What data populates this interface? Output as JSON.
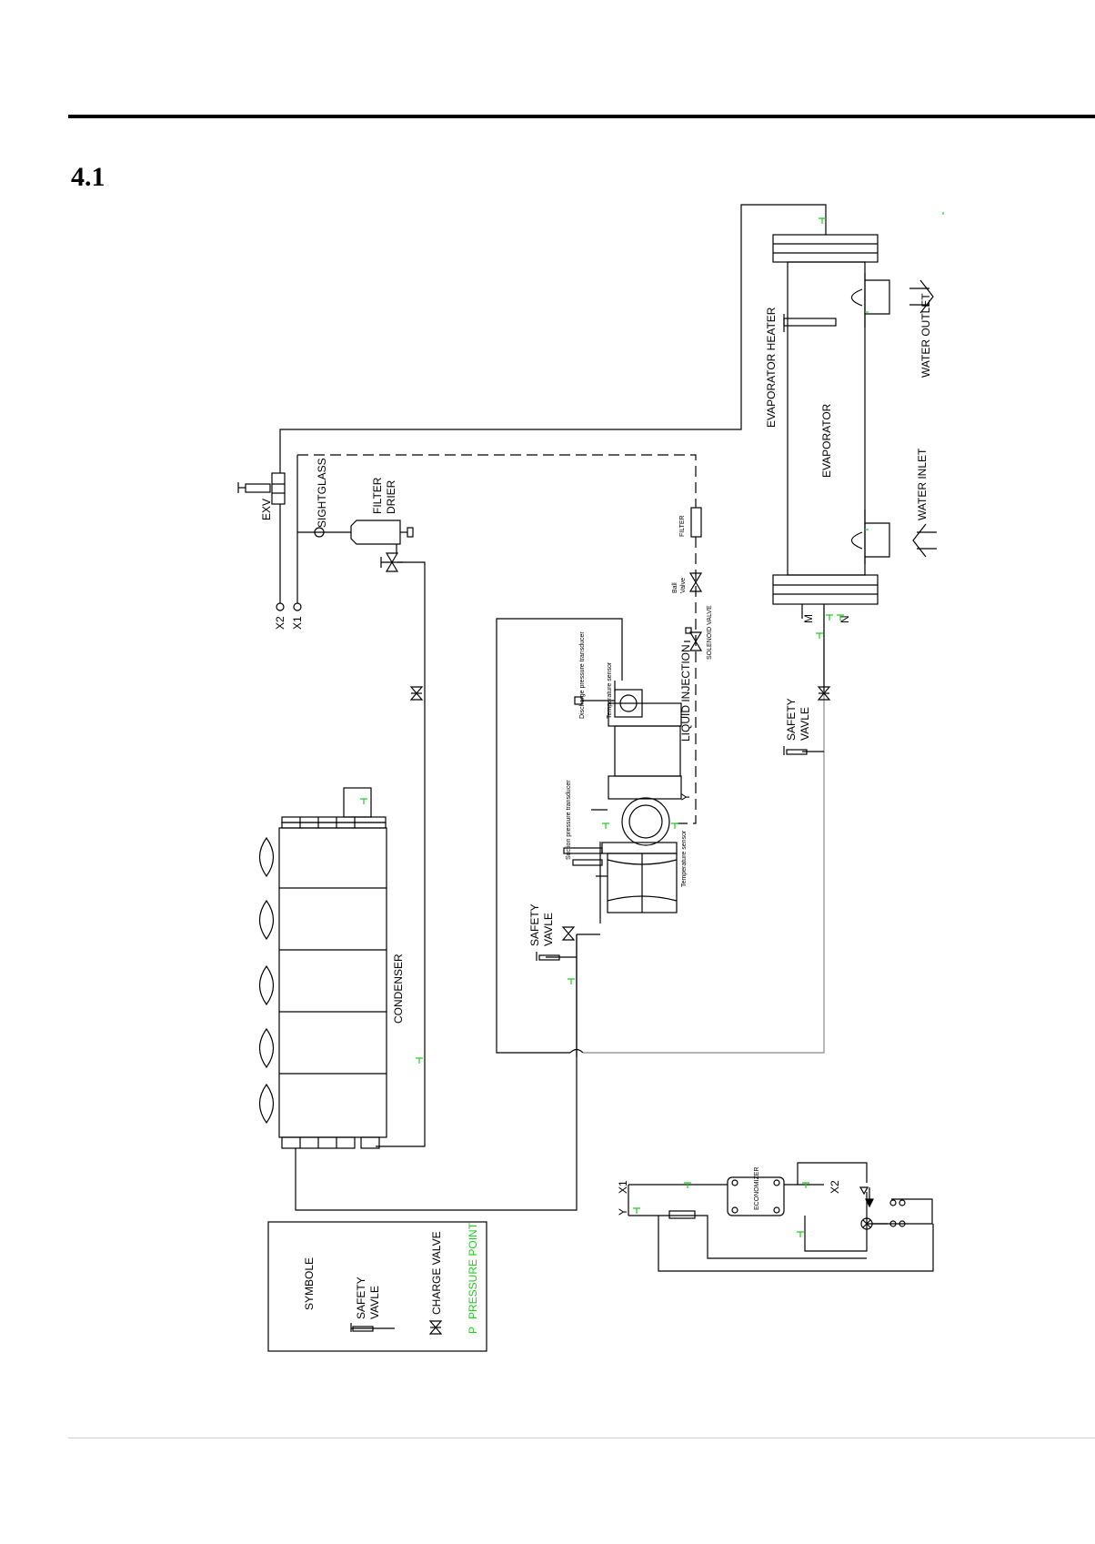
{
  "section_number": "4.1",
  "colors": {
    "line": "#000000",
    "pressure_point": "#22cc22",
    "pipe_gray": "#888888"
  },
  "labels": {
    "evaporator": "EVAPORATOR",
    "evaporator_heater": "EVAPORATOR HEATER",
    "water_outlet": "WATER OUTLET",
    "water_inlet": "WATER INLET",
    "exv": "EXV",
    "sightglass": "SIGHTGLASS",
    "filter_drier_1": "FILTER",
    "filter_drier_2": "DRIER",
    "x2": "X2",
    "x1": "X1",
    "filter": "FILTER",
    "ball_valve_1": "Ball",
    "ball_valve_2": "Valve",
    "solenoid_valve": "SOLENOID VALVE",
    "liquid_injection": "LIQUID INJECTION",
    "safety_valve_1": "SAFETY",
    "safety_valve_2": "VAVLE",
    "y": "Y",
    "m": "M",
    "n": "N",
    "condenser": "CONDENSER",
    "compressor_note_1": "Temperature sensor",
    "compressor_note_2": "Discharge pressure transducer",
    "compressor_note_3": "Suction pressure transducer",
    "compressor_note_4": "Temperature sensor",
    "ecm_x1": "X1",
    "ecm_x2": "X2",
    "ecm_y": "Y",
    "ecm_unit": "ECONOMIZER"
  },
  "legend": {
    "title": "SYMBOLE",
    "safety_valve_1": "SAFETY",
    "safety_valve_2": "VAVLE",
    "charge_valve": "CHARGE VALVE",
    "pressure_point": "PRESSURE POINT",
    "pp_symbol": "P"
  }
}
